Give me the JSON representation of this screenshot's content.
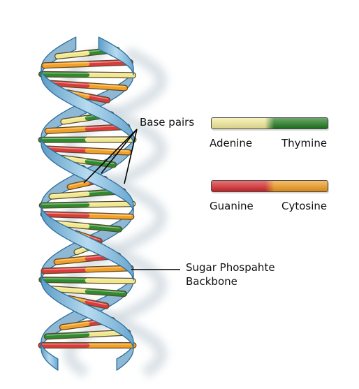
{
  "labels": {
    "base_pairs": "Base pairs",
    "backbone_line1": "Sugar Phospahte",
    "backbone_line2": "Backbone"
  },
  "legend": [
    {
      "left": "Adenine",
      "right": "Thymine",
      "colors": [
        "#f4ec9a",
        "#1f7a1f"
      ],
      "split": 0.52
    },
    {
      "left": "Guanine",
      "right": "Cytosine",
      "colors": [
        "#d9272b",
        "#f29a1c"
      ],
      "split": 0.52
    }
  ],
  "colors": {
    "adenine": "#f1e78c",
    "thymine": "#2e8b2e",
    "guanine": "#dd3a3a",
    "cytosine": "#f3a025",
    "backbone": "#8fc1df",
    "backbone_edge": "#2d6f9c"
  }
}
